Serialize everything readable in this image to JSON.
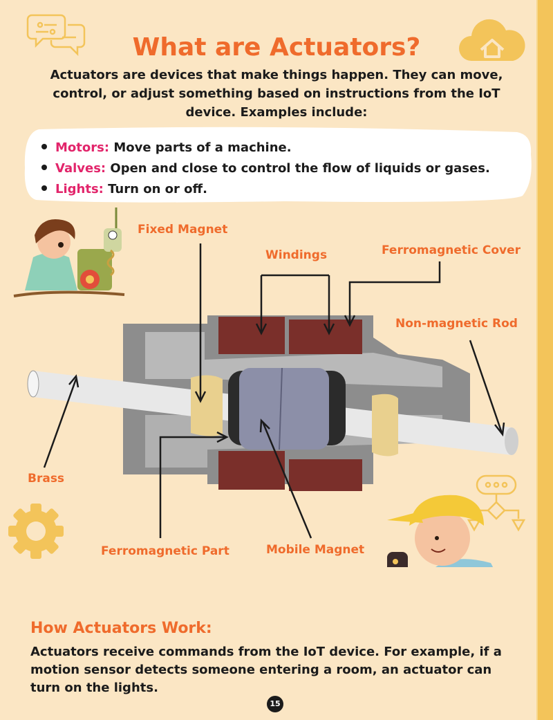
{
  "page": {
    "title": "What are Actuators?",
    "intro": "Actuators are devices that make things happen. They can move, control, or adjust something based on instructions from the IoT device. Examples include:",
    "examples": [
      {
        "term": "Motors:",
        "desc": " Move parts of a machine."
      },
      {
        "term": "Valves:",
        "desc": " Open and close to control the flow of liquids or gases."
      },
      {
        "term": "Lights:",
        "desc": " Turn on or off."
      }
    ],
    "diagram_labels": {
      "fixed_magnet": "Fixed Magnet",
      "windings": "Windings",
      "ferromagnetic_cover": "Ferromagnetic Cover",
      "non_magnetic_rod": "Non-magnetic Rod",
      "brass": "Brass",
      "ferromagnetic_part": "Ferromagnetic Part",
      "mobile_magnet": "Mobile Magnet"
    },
    "how_title": "How Actuators Work:",
    "how_body": "Actuators receive commands from the IoT device. For example, if a motion sensor detects someone entering a room, an actuator can turn on the lights.",
    "page_number": "15"
  },
  "colors": {
    "background": "#fbe6c4",
    "accent_orange": "#ef6b2c",
    "term_pink": "#e2256b",
    "icon_gold": "#f3c45a"
  },
  "icons": [
    "chat-bubbles-icon",
    "cloud-home-icon",
    "gear-icon",
    "flowchart-icon"
  ]
}
